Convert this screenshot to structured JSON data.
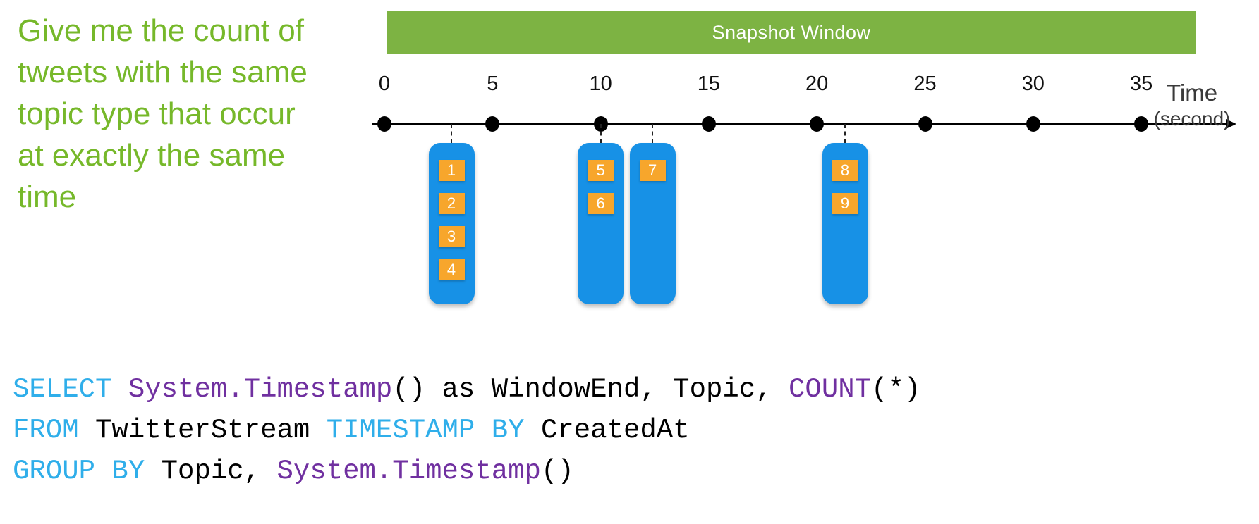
{
  "prompt": {
    "text": "Give me the count of tweets with the same topic type that occur at exactly the same time",
    "lines": [
      "Give me the count of",
      "tweets with the same",
      "topic type that occur",
      "at exactly the same",
      "time"
    ]
  },
  "banner": {
    "label": "Snapshot Window"
  },
  "timeline": {
    "tick_values": [
      0,
      5,
      10,
      15,
      20,
      25,
      30,
      35
    ],
    "axis_label": {
      "line1": "Time",
      "line2": "(second)"
    }
  },
  "event_groups": [
    {
      "name": "events-at-t3",
      "time": 3.1,
      "events": [
        "1",
        "2",
        "3",
        "4"
      ]
    },
    {
      "name": "events-at-t10",
      "time": 10,
      "events": [
        "5",
        "6"
      ]
    },
    {
      "name": "events-at-t12",
      "time": 12.4,
      "events": [
        "7"
      ]
    },
    {
      "name": "events-at-t21",
      "time": 21.3,
      "events": [
        "8",
        "9"
      ]
    }
  ],
  "code": {
    "lines": [
      {
        "tokens": [
          {
            "text": "SELECT",
            "type": "keyword"
          },
          {
            "text": " ",
            "type": "plain"
          },
          {
            "text": "System.Timestamp",
            "type": "function"
          },
          {
            "text": "() as WindowEnd, Topic, ",
            "type": "plain"
          },
          {
            "text": "COUNT",
            "type": "function"
          },
          {
            "text": "(*)",
            "type": "plain"
          }
        ]
      },
      {
        "tokens": [
          {
            "text": "FROM",
            "type": "keyword"
          },
          {
            "text": " TwitterStream ",
            "type": "plain"
          },
          {
            "text": "TIMESTAMP BY",
            "type": "keyword"
          },
          {
            "text": " CreatedAt",
            "type": "plain"
          }
        ]
      },
      {
        "tokens": [
          {
            "text": "GROUP BY",
            "type": "keyword"
          },
          {
            "text": " Topic, ",
            "type": "plain"
          },
          {
            "text": "System.Timestamp",
            "type": "function"
          },
          {
            "text": "()",
            "type": "plain"
          }
        ]
      }
    ]
  },
  "colors": {
    "prompt_green": "#76B82A",
    "banner_green": "#7DB343",
    "event_blue": "#1791E6",
    "event_orange": "#F7A62C",
    "code_keyword": "#2FAEEA",
    "code_function": "#7030A0",
    "code_plain": "#000000"
  }
}
